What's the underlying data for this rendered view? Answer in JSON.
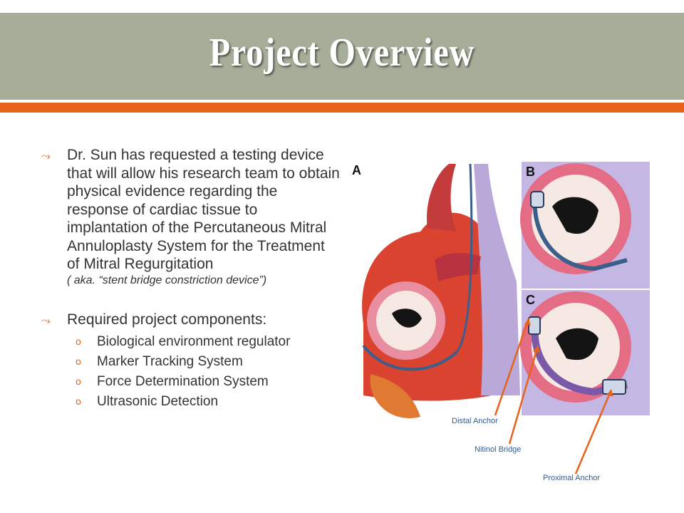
{
  "slide": {
    "title": "Project Overview"
  },
  "bullets": {
    "first": {
      "text": "Dr. Sun has requested a testing device that will allow his research team to obtain physical evidence regarding the response of cardiac tissue to implantation of the Percutaneous Mitral Annuloplasty System for the Treatment of Mitral Regurgitation",
      "note": "( aka. “stent bridge constriction device”)"
    },
    "second": {
      "text": "Required project components:",
      "items": [
        "Biological environment regulator",
        "Marker Tracking System",
        "Force Determination System",
        "Ultrasonic Detection"
      ]
    }
  },
  "figure": {
    "panels": [
      "A",
      "B",
      "C"
    ],
    "labels": {
      "distal": "Distal Anchor",
      "bridge": "Nitinol Bridge",
      "proximal": "Proximal Anchor"
    }
  },
  "colors": {
    "header_band": "#a6ad98",
    "accent_orange": "#e8631a",
    "body_text": "#333333",
    "label_blue": "#2f5b92"
  }
}
